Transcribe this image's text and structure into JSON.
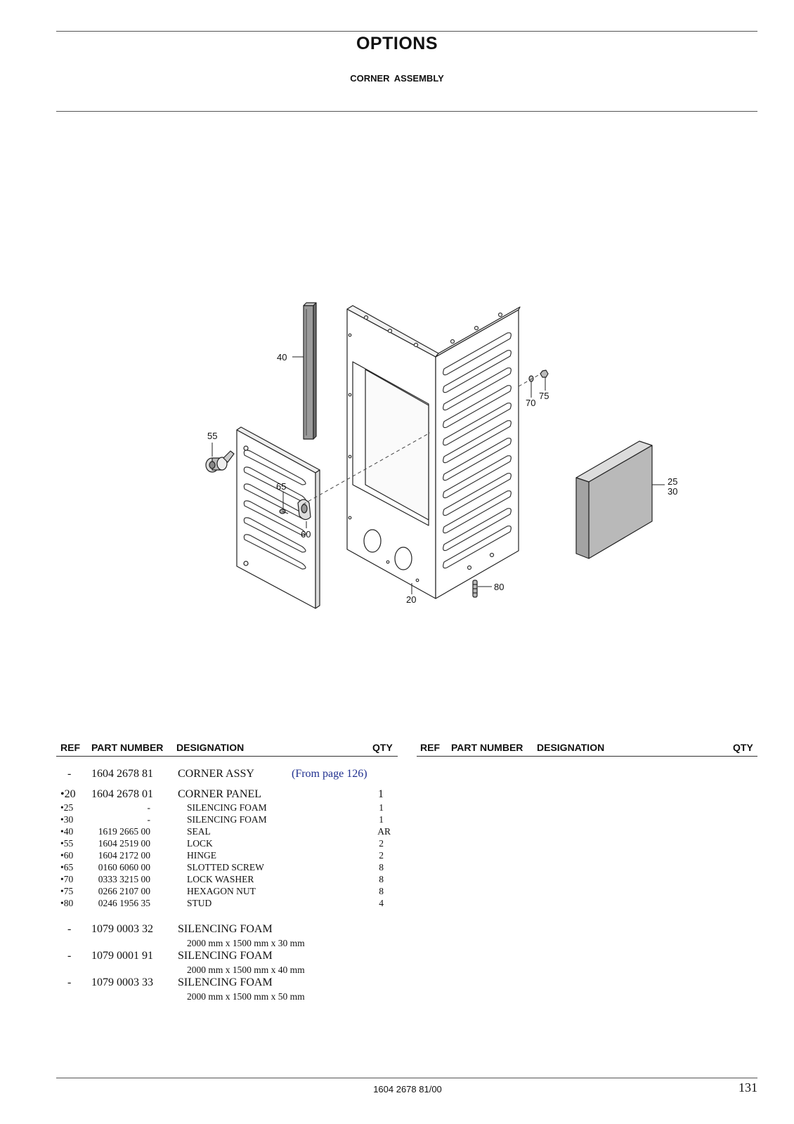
{
  "header": {
    "title": "OPTIONS",
    "subtitle": "CORNER  ASSEMBLY"
  },
  "diagram": {
    "callouts": [
      "40",
      "55",
      "65",
      "60",
      "70",
      "75",
      "25",
      "30",
      "80",
      "20"
    ]
  },
  "table_headers": {
    "left": {
      "ref": "REF",
      "part_number": "PART NUMBER",
      "designation": "DESIGNATION",
      "qty": "QTY"
    },
    "right": {
      "ref": "REF",
      "part_number": "PART NUMBER",
      "designation": "DESIGNATION",
      "qty": "QTY"
    }
  },
  "parts": {
    "assembly": {
      "ref": "-",
      "part_number": "1604 2678 81",
      "designation": "CORNER ASSY",
      "note": "(From page 126)"
    },
    "items": [
      {
        "ref": "•20",
        "part_number": "1604 2678 01",
        "designation": "CORNER PANEL",
        "qty": "1"
      },
      {
        "ref": "•25",
        "part_number": "-",
        "designation": "SILENCING FOAM",
        "qty": "1"
      },
      {
        "ref": "•30",
        "part_number": "-",
        "designation": "SILENCING FOAM",
        "qty": "1"
      },
      {
        "ref": "•40",
        "part_number": "1619 2665 00",
        "designation": "SEAL",
        "qty": "AR"
      },
      {
        "ref": "•55",
        "part_number": "1604 2519 00",
        "designation": "LOCK",
        "qty": "2"
      },
      {
        "ref": "•60",
        "part_number": "1604 2172 00",
        "designation": "HINGE",
        "qty": "2"
      },
      {
        "ref": "•65",
        "part_number": "0160 6060 00",
        "designation": "SLOTTED SCREW",
        "qty": "8"
      },
      {
        "ref": "•70",
        "part_number": "0333 3215 00",
        "designation": "LOCK WASHER",
        "qty": "8"
      },
      {
        "ref": "•75",
        "part_number": "0266 2107 00",
        "designation": "HEXAGON NUT",
        "qty": "8"
      },
      {
        "ref": "•80",
        "part_number": "0246 1956 35",
        "designation": "STUD",
        "qty": "4"
      }
    ],
    "optional_foams": [
      {
        "ref": "-",
        "part_number": "1079 0003 32",
        "designation": "SILENCING FOAM",
        "dimensions": "2000 mm x 1500 mm x 30 mm"
      },
      {
        "ref": "-",
        "part_number": "1079 0001 91",
        "designation": "SILENCING FOAM",
        "dimensions": "2000 mm x 1500 mm x 40 mm"
      },
      {
        "ref": "-",
        "part_number": "1079 0003 33",
        "designation": "SILENCING FOAM",
        "dimensions": "2000 mm x 1500 mm x 50 mm"
      }
    ]
  },
  "footer": {
    "document_code": "1604 2678 81/00",
    "page_number": "131"
  }
}
